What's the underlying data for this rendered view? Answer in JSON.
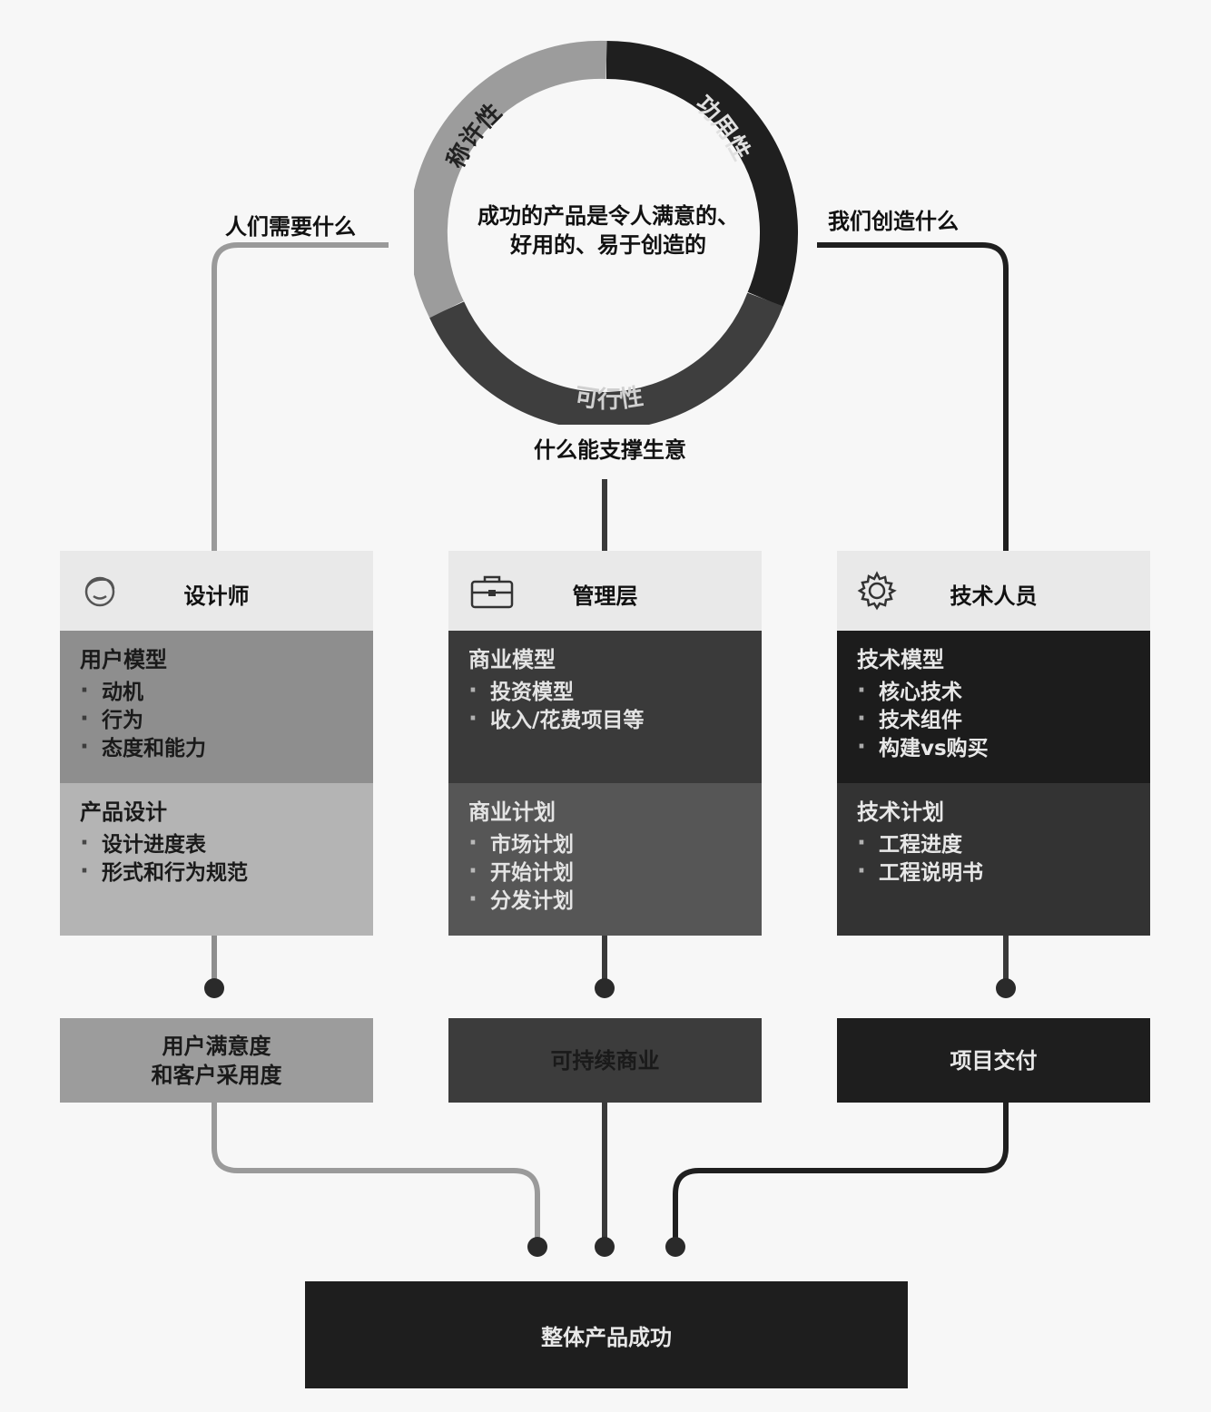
{
  "ring": {
    "segments": [
      {
        "label": "功用性",
        "color": "#1f1f1f"
      },
      {
        "label": "可行性",
        "color": "#3e3e3e"
      },
      {
        "label": "称许性",
        "color": "#9a9a9a"
      }
    ],
    "center_line1": "成功的产品是令人满意的、",
    "center_line2": "好用的、易于创造的"
  },
  "questions": {
    "left": "人们需要什么",
    "right": "我们创造什么",
    "bottom": "什么能支撑生意"
  },
  "columns": [
    {
      "title": "设计师",
      "icon": "designer-face-icon",
      "section1": {
        "title": "用户模型",
        "items": [
          "动机",
          "行为",
          "态度和能力"
        ],
        "color": "#8e8e8e"
      },
      "section2": {
        "title": "产品设计",
        "items": [
          "设计进度表",
          "形式和行为规范"
        ],
        "color": "#b4b4b4"
      },
      "outcome": {
        "line1": "用户满意度",
        "line2": "和客户采用度",
        "color": "#9c9c9c"
      }
    },
    {
      "title": "管理层",
      "icon": "briefcase-icon",
      "section1": {
        "title": "商业模型",
        "items": [
          "投资模型",
          "收入/花费项目等"
        ],
        "color": "#3a3a3a"
      },
      "section2": {
        "title": "商业计划",
        "items": [
          "市场计划",
          "开始计划",
          "分发计划"
        ],
        "color": "#565656"
      },
      "outcome": {
        "line1": "可持续商业",
        "line2": "",
        "color": "#3c3c3c"
      }
    },
    {
      "title": "技术人员",
      "icon": "gear-icon",
      "section1": {
        "title": "技术模型",
        "items": [
          "核心技术",
          "技术组件",
          "构建vs购买"
        ],
        "color": "#1c1c1c"
      },
      "section2": {
        "title": "技术计划",
        "items": [
          "工程进度",
          "工程说明书"
        ],
        "color": "#333333"
      },
      "outcome": {
        "line1": "项目交付",
        "line2": "",
        "color": "#1e1e1e"
      }
    }
  ],
  "final": "整体产品成功"
}
